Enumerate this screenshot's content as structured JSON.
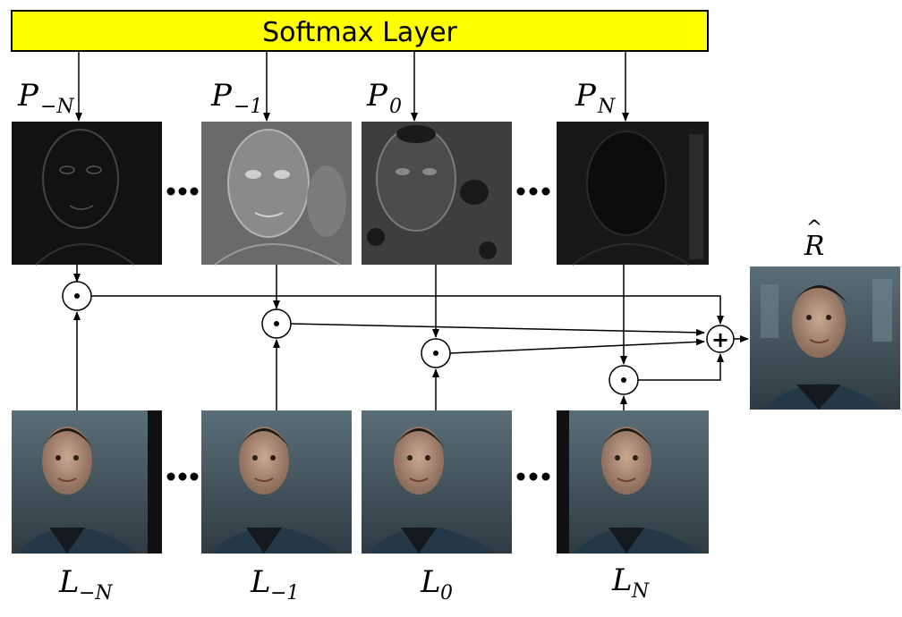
{
  "header": {
    "label": "Softmax Layer",
    "fill": "#ffff00"
  },
  "prob_maps": [
    {
      "symbol": "P",
      "sub": "−N",
      "tone": "#121212"
    },
    {
      "symbol": "P",
      "sub": "−1",
      "tone": "#6a6a6a"
    },
    {
      "symbol": "P",
      "sub": "0",
      "tone": "#3e3e3e"
    },
    {
      "symbol": "P",
      "sub": "N",
      "tone": "#181818"
    }
  ],
  "input_frames": [
    {
      "symbol": "L",
      "sub": "−N"
    },
    {
      "symbol": "L",
      "sub": "−1"
    },
    {
      "symbol": "L",
      "sub": "0"
    },
    {
      "symbol": "L",
      "sub": "N"
    }
  ],
  "output": {
    "symbol": "R",
    "accent": "^"
  },
  "operators": {
    "multiply": "⊙",
    "sum": "+"
  },
  "colors": {
    "frame_bg": "#3c4a52",
    "output_bg": "#46545c"
  }
}
